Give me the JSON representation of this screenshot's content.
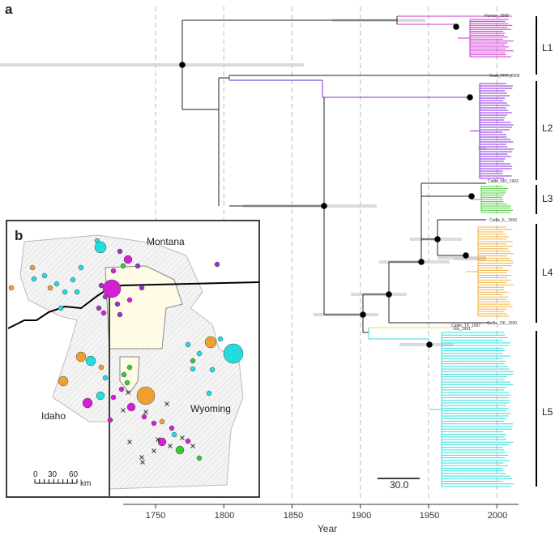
{
  "panel_a": {
    "letter": "a",
    "x_axis": {
      "title": "Year",
      "ticks": [
        "1750",
        "1800",
        "1850",
        "1900",
        "1950",
        "2000"
      ]
    },
    "lineages": [
      {
        "label": "L1",
        "color": "#cc33cc"
      },
      {
        "label": "L2",
        "color": "#8a2be2"
      },
      {
        "label": "L3",
        "color": "#44cc33"
      },
      {
        "label": "L4",
        "color": "#f0b040"
      },
      {
        "label": "L5",
        "color": "#33dddd"
      }
    ],
    "tip_labels": {
      "human": "Human_1998",
      "goat": "Goat_PRT_2006",
      "cattle_mo": "Cattle_MO_1993",
      "cattle_il": "Cattle_IL_1993",
      "cattle_ok": "Cattle_OK_1990",
      "cattle_tx": "Cattle_TX_1997",
      "elk": "Elk_1991"
    },
    "scale_bar_label": "30.0",
    "branch_colors": {
      "root": "#222222",
      "l2_stem": "#3a3acc",
      "l5_stem": "#eedd55",
      "node": "#000000",
      "hpd": "#cccccc"
    }
  },
  "panel_b": {
    "letter": "b",
    "labels": {
      "montana": "Montana",
      "idaho": "Idaho",
      "wyoming": "Wyoming"
    },
    "scale": {
      "ticks": [
        "0",
        "30",
        "60"
      ],
      "unit": "km"
    },
    "colors": {
      "magenta": "#d41fd4",
      "purple": "#9933cc",
      "cyan": "#22dddd",
      "orange": "#f0a030",
      "green": "#33cc33",
      "yellow": "#eeee55"
    }
  }
}
